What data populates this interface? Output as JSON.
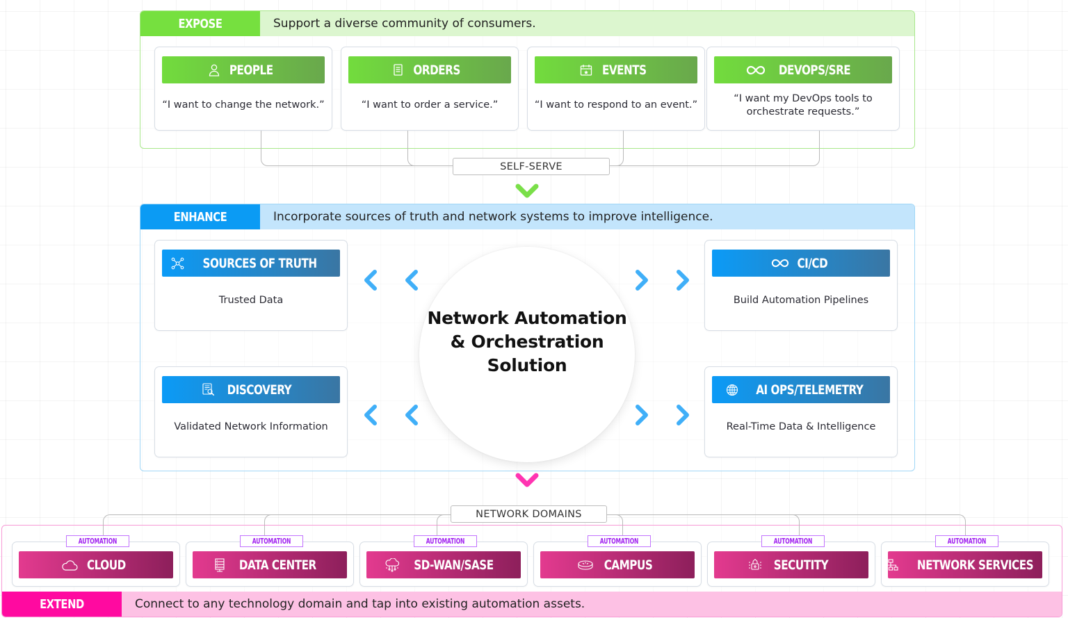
{
  "colors": {
    "expose_accent": "#76e03f",
    "expose_tint": "#dcf6cf",
    "enhance_accent": "#0b9bf4",
    "enhance_tint": "#c3e5fc",
    "extend_accent": "#ff0aa0",
    "extend_tint": "#fdc1e4",
    "automation_tag": "#a020f0"
  },
  "expose": {
    "tag": "EXPOSE",
    "description": "Support a diverse community of consumers.",
    "cards": [
      {
        "icon": "person-icon",
        "title": "PEOPLE",
        "text": "“I want to change the network.”"
      },
      {
        "icon": "document-icon",
        "title": "ORDERS",
        "text": "“I want to order a service.”"
      },
      {
        "icon": "calendar-icon",
        "title": "EVENTS",
        "text": "“I want to respond to an event.”"
      },
      {
        "icon": "infinity-icon",
        "title": "DEVOPS/SRE",
        "text": "“I want my DevOps tools to orchestrate requests.”"
      }
    ],
    "connector_label": "SELF-SERVE"
  },
  "enhance": {
    "tag": "ENHANCE",
    "description": "Incorporate sources of truth and network systems to improve intelligence.",
    "hub_title": "Network Automation & Orchestration Solution",
    "cards": [
      {
        "icon": "network-nodes-icon",
        "title": "SOURCES OF TRUTH",
        "text": "Trusted Data"
      },
      {
        "icon": "infinity-icon",
        "title": "CI/CD",
        "text": "Build Automation Pipelines"
      },
      {
        "icon": "document-search-icon",
        "title": "DISCOVERY",
        "text": "Validated Network Information"
      },
      {
        "icon": "globe-icon",
        "title": "AI OPS/TELEMETRY",
        "text": "Real-Time Data & Intelligence"
      }
    ]
  },
  "extend": {
    "tag": "EXTEND",
    "description": "Connect to any technology domain and tap into existing automation assets.",
    "connector_label": "NETWORK DOMAINS",
    "domains": [
      {
        "tag": "AUTOMATION",
        "icon": "cloud-icon",
        "title": "CLOUD"
      },
      {
        "tag": "AUTOMATION",
        "icon": "server-rack-icon",
        "title": "DATA CENTER"
      },
      {
        "tag": "AUTOMATION",
        "icon": "cloud-network-icon",
        "title": "SD-WAN/SASE"
      },
      {
        "tag": "AUTOMATION",
        "icon": "router-icon",
        "title": "CAMPUS"
      },
      {
        "tag": "AUTOMATION",
        "icon": "lock-shield-icon",
        "title": "SECUTITY"
      },
      {
        "tag": "AUTOMATION",
        "icon": "hierarchy-icon",
        "title": "NETWORK SERVICES"
      }
    ]
  }
}
